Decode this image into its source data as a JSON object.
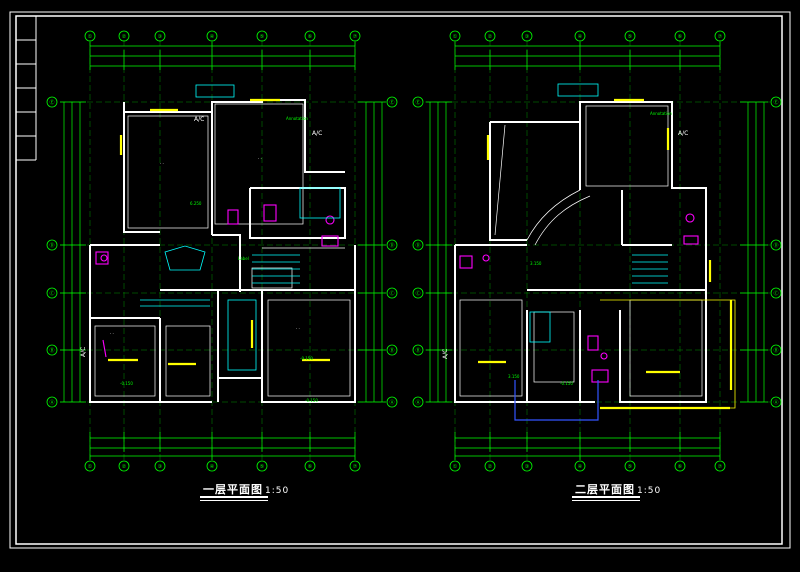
{
  "colors": {
    "background": "#000000",
    "frame": "#ffffff",
    "grid": "#00ff00",
    "dimension": "#00ff00",
    "walls": "#ffffff",
    "furniture": "#00ffff",
    "fixtures": "#ff00ff",
    "highlight": "#ffff00",
    "text": "#ffffff"
  },
  "plans": [
    {
      "id": "first-floor",
      "title": "一层平面图",
      "scale": "1:50",
      "axis_columns": [
        "①",
        "②",
        "③",
        "④",
        "⑤",
        "⑥",
        "⑦"
      ],
      "axis_rows": [
        "Ⓔ",
        "Ⓓ",
        "Ⓒ",
        "Ⓑ",
        "Ⓐ"
      ],
      "ac_labels": [
        "A/C",
        "A/C",
        "A/C"
      ]
    },
    {
      "id": "second-floor",
      "title": "二层平面图",
      "scale": "1:50",
      "axis_columns": [
        "①",
        "②",
        "③",
        "④",
        "⑤",
        "⑥",
        "⑦"
      ],
      "axis_rows": [
        "Ⓔ",
        "Ⓓ",
        "Ⓒ",
        "Ⓑ",
        "Ⓐ"
      ],
      "ac_labels": [
        "A/C",
        "A/C"
      ]
    }
  ]
}
